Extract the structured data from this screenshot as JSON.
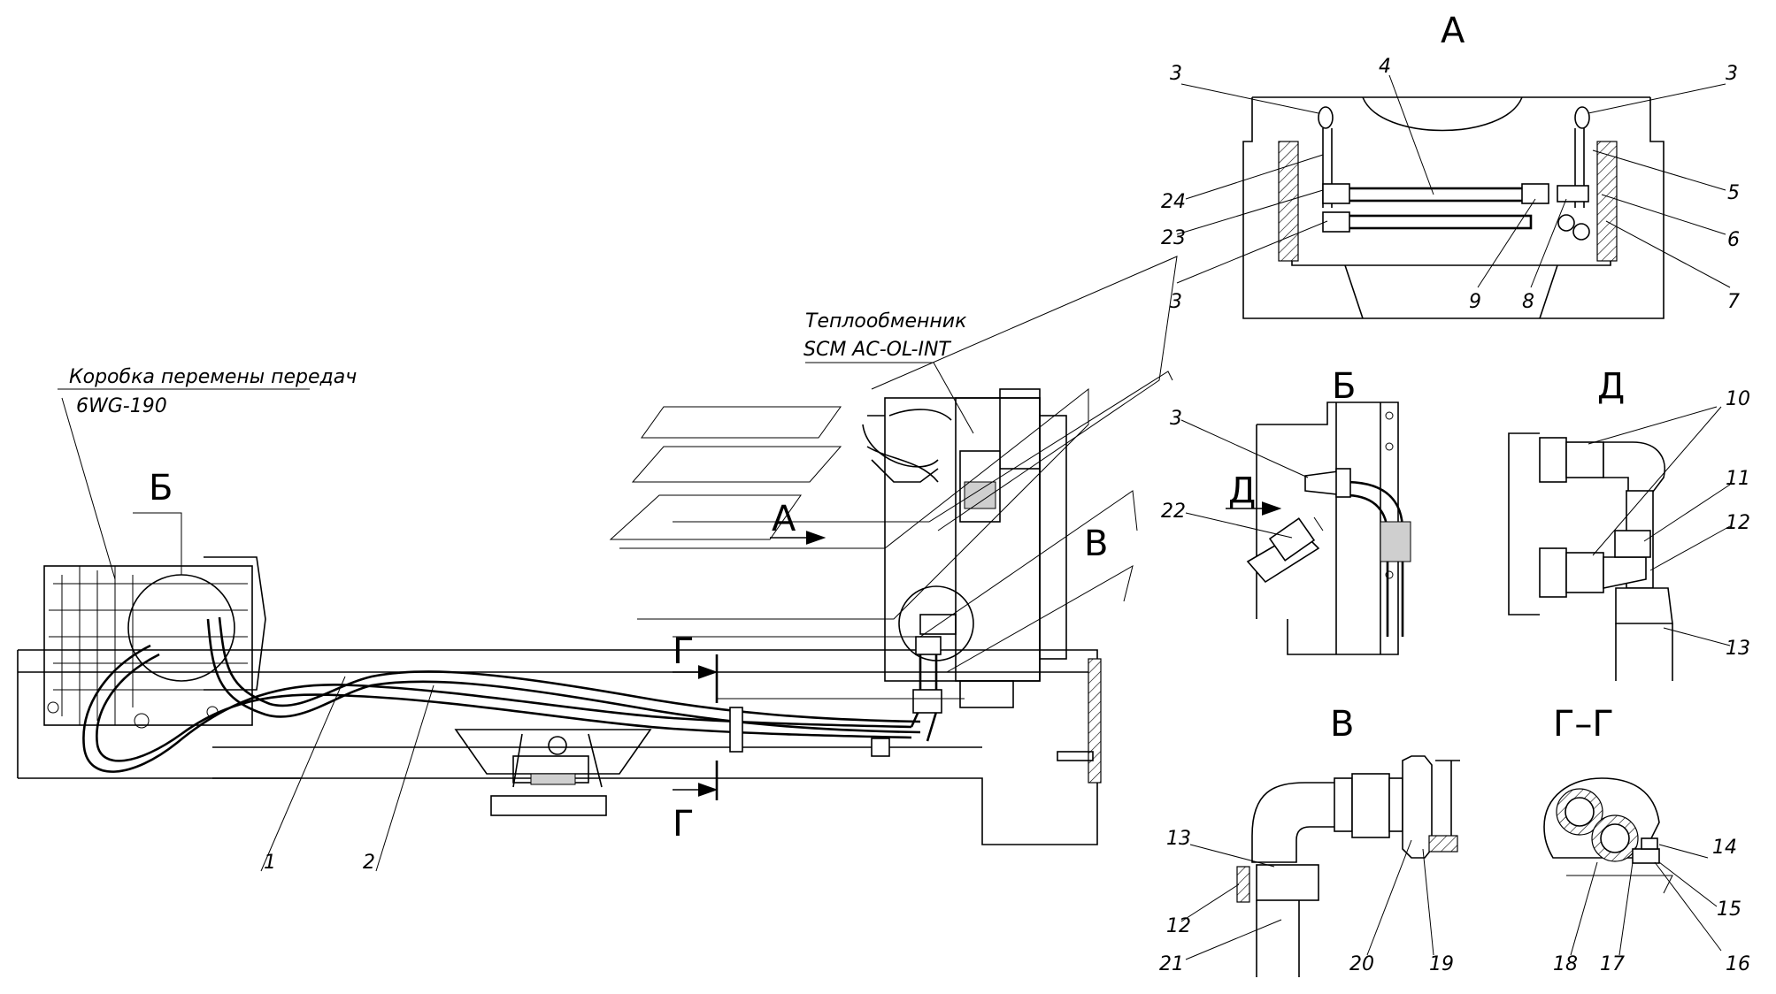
{
  "captions": {
    "gearbox_line1": "Коробка перемены передач",
    "gearbox_line2": "6WG-190",
    "heat_line1": "Теплообменник",
    "heat_line2": "SCM AC-OL-INT"
  },
  "views": {
    "A": "А",
    "B": "Б",
    "V": "В",
    "D": "Д",
    "GG": "Г–Г",
    "G": "Г"
  },
  "callouts": {
    "main": [
      "1",
      "2"
    ],
    "A": [
      "3",
      "4",
      "3",
      "24",
      "5",
      "23",
      "6",
      "3",
      "9",
      "8",
      "7"
    ],
    "B": [
      "3",
      "22"
    ],
    "D": [
      "10",
      "11",
      "12",
      "13"
    ],
    "V": [
      "13",
      "12",
      "21",
      "20",
      "19"
    ],
    "GG": [
      "14",
      "15",
      "16",
      "17",
      "18"
    ]
  }
}
